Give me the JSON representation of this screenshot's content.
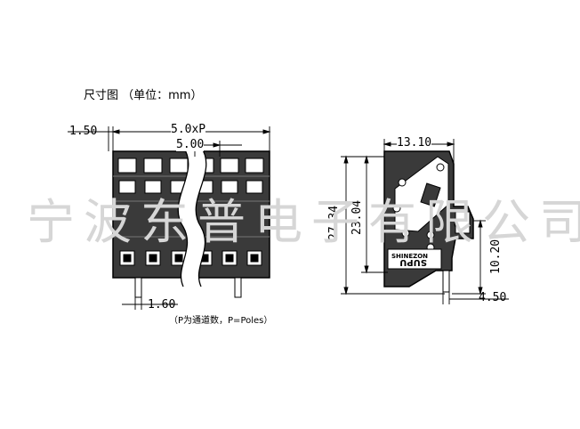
{
  "header": {
    "title": "尺寸图 （单位：mm）"
  },
  "watermark": "宁波东普电子有限公司",
  "note": "（P为通道数，P=Poles）",
  "front_view": {
    "dims": {
      "left_offset": "1.50",
      "overall_width": "5.0xP",
      "pitch": "5.00",
      "pin_width": "1.60"
    }
  },
  "side_view": {
    "dims": {
      "top_width": "13.10",
      "total_height": "27.34",
      "body_height": "23.04",
      "pin_height": "10.20",
      "pin_offset": "4.50"
    },
    "brand": "SUPU",
    "brand_sub": "SHINEZON"
  },
  "colors": {
    "line": "#000000",
    "body": "#3a3a3a",
    "watermark": "#d6d6d6"
  }
}
